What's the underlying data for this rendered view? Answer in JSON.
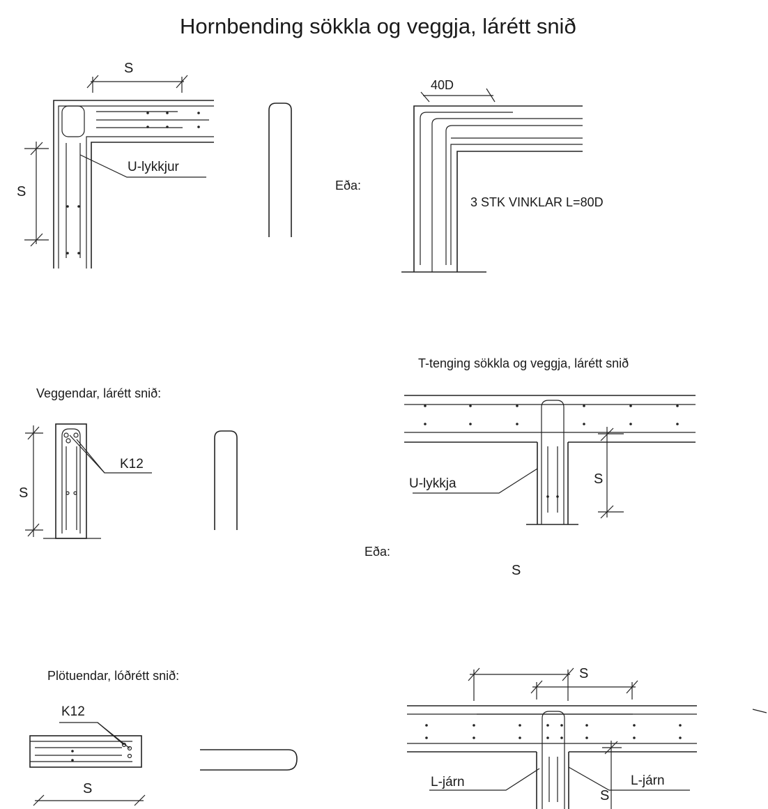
{
  "title": "Hornbending sökkla og veggja, lárétt snið",
  "labels": {
    "corner_dim_s_top": "S",
    "corner_dim_s_left": "S",
    "u_lykkjur": "U-lykkjur",
    "eda_1": "Eða:",
    "dim_40d": "40D",
    "vinklar": "3 STK VINKLAR L=80D",
    "t_tenging": "T-tenging sökkla og veggja, lárétt snið",
    "veggendar": "Veggendar, lárétt snið:",
    "k12_wall": "K12",
    "wall_dim_s": "S",
    "u_lykkja": "U-lykkja",
    "t_dim_s": "S",
    "eda_2": "Eða:",
    "s_center": "S",
    "plotuendar": "Plötuendar, lóðrétt snið:",
    "k12_slab": "K12",
    "slab_dim_s": "S",
    "t2_dim_s_top": "S",
    "l_jarn_left": "L-járn",
    "l_jarn_right": "L-járn",
    "t2_dim_s_right": "S"
  }
}
